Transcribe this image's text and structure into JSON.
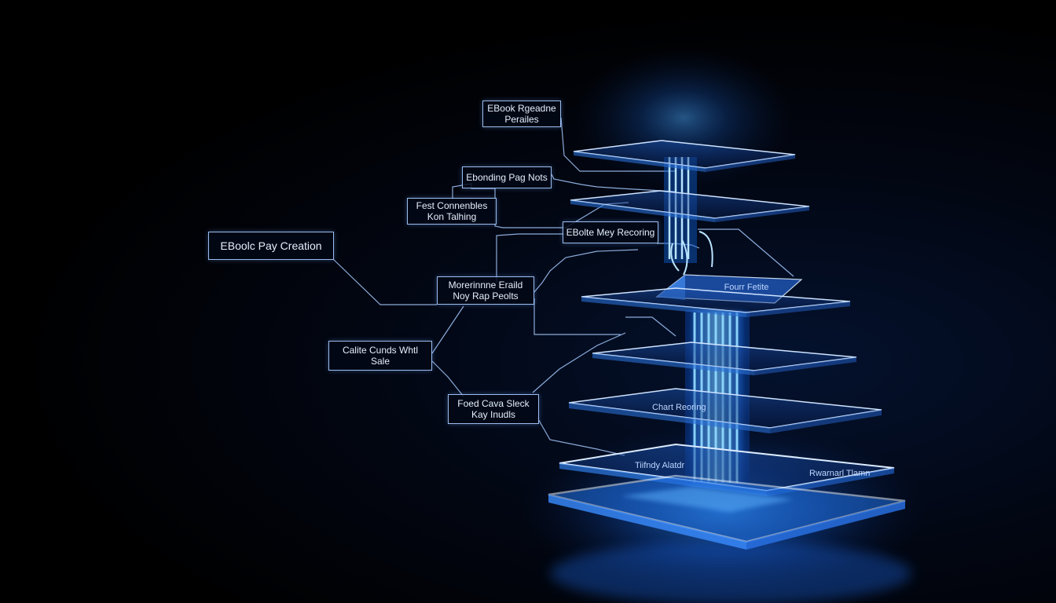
{
  "labels": {
    "ebook_research": {
      "line1": "EBook Rgeadne",
      "line2": "Perailes"
    },
    "ebonding_pag_notes": {
      "line1": "Ebonding Pag Nots"
    },
    "fest_connenbles": {
      "line1": "Fest Connenbles",
      "line2": "Kon Talhing"
    },
    "ebook_pay_creation": {
      "line1": "EBoolc Pay Creation"
    },
    "ebolte_recording": {
      "line1": "EBolte Mey Recoring"
    },
    "moreninne_ebaild": {
      "line1": "Morerinnne Eraild",
      "line2": "Noy Rap Peolts"
    },
    "calite_cunds": {
      "line1": "Calite Cunds Whtl",
      "line2": "Sale"
    },
    "foed_cava_sleck": {
      "line1": "Foed Cava Sleck",
      "line2": "Kay Inudls"
    }
  },
  "plate_labels": {
    "roof": "Fourr Fetite",
    "plate5_left": "Chart Reoring",
    "plate6_left": "Tiifndy Alatdr",
    "plate6_right": "Rwarnarl Tlamn"
  },
  "colors": {
    "background": "#000000",
    "glow": "#2f8cff",
    "line": "#9bbef0"
  }
}
